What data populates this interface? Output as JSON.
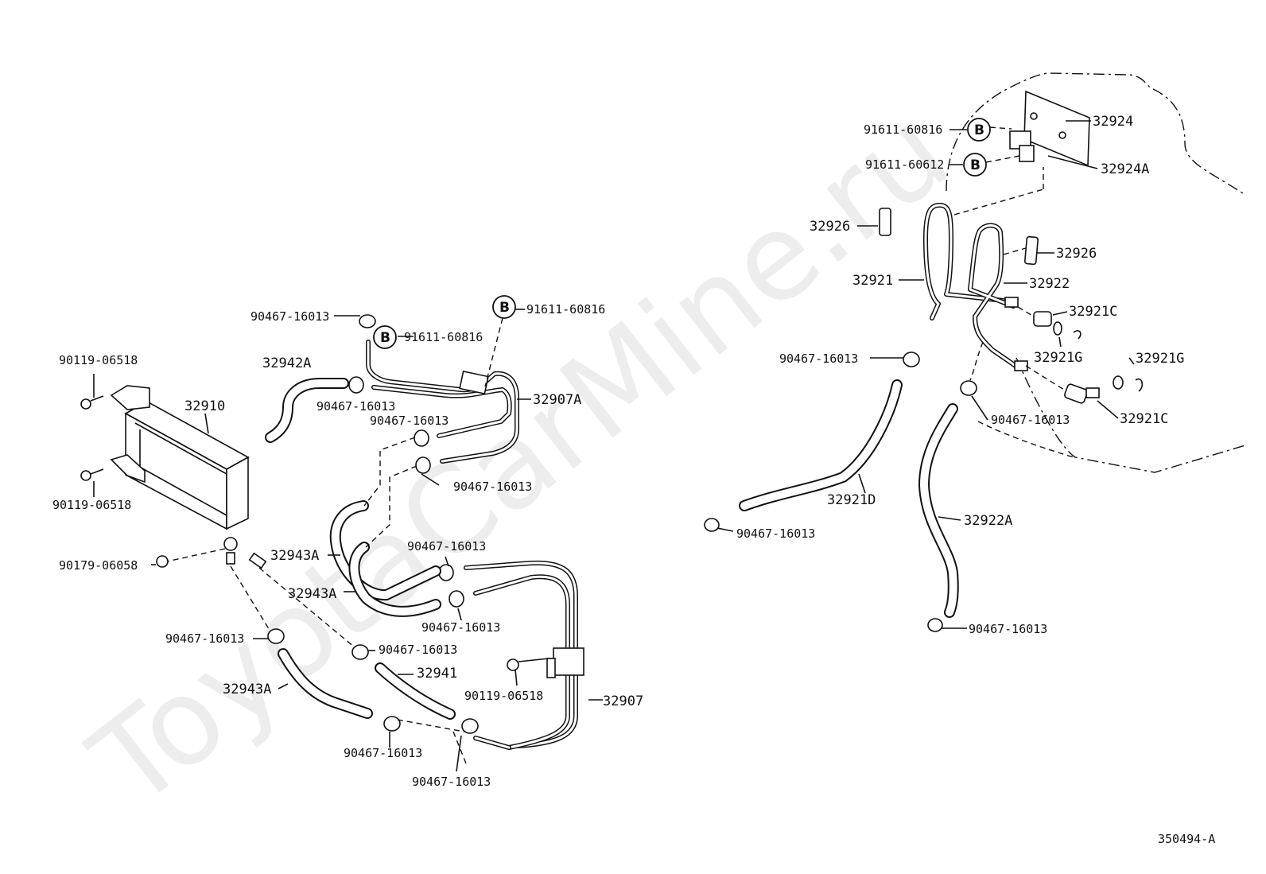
{
  "watermark": "ToyotaCarMine.ru",
  "diagram_id": "350494-A",
  "callout_letter": "B",
  "labels": {
    "l_90119_a": "90119-06518",
    "l_90119_b": "90119-06518",
    "l_32910": "32910",
    "l_90179": "90179-06058",
    "l_90467_a": "90467-16013",
    "l_32942A": "32942A",
    "l_91611_a": "91611-60816",
    "l_91611_b": "91611-60816",
    "l_90467_b": "90467-16013",
    "l_90467_c": "90467-16013",
    "l_32907A": "32907A",
    "l_90467_d": "90467-16013",
    "l_32943A_a": "32943A",
    "l_90467_e": "90467-16013",
    "l_32943A_b": "32943A",
    "l_90467_f": "90467-16013",
    "l_90467_g": "90467-16013",
    "l_90467_h": "90467-16013",
    "l_32941": "32941",
    "l_90119_c": "90119-06518",
    "l_32907": "32907",
    "l_32943A_c": "32943A",
    "l_90467_i": "90467-16013",
    "l_90467_j": "90467-16013",
    "r_91611_a": "91611-60816",
    "r_91611_b": "91611-60612",
    "r_32924": "32924",
    "r_32924A": "32924A",
    "r_32926_a": "32926",
    "r_32926_b": "32926",
    "r_32921": "32921",
    "r_32922": "32922",
    "r_32921C_a": "32921C",
    "r_32921G_a": "32921G",
    "r_32921G_b": "32921G",
    "r_32921C_b": "32921C",
    "r_90467_a": "90467-16013",
    "r_90467_b": "90467-16013",
    "r_32921D": "32921D",
    "r_90467_c": "90467-16013",
    "r_32922A": "32922A",
    "r_90467_d": "90467-16013"
  }
}
